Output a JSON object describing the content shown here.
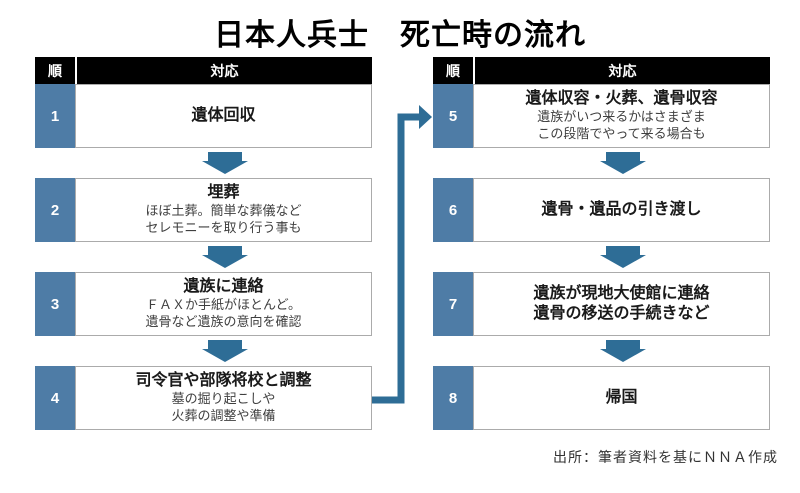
{
  "title": "日本人兵士　死亡時の流れ",
  "table_header": {
    "order": "順",
    "action": "対応"
  },
  "left_column": {
    "steps": [
      {
        "number": "1",
        "title": "遺体回収"
      },
      {
        "number": "2",
        "title": "埋葬",
        "lines": [
          "ほぼ土葬。簡単な葬儀など",
          "セレモニーを取り行う事も"
        ]
      },
      {
        "number": "3",
        "title": "遺族に連絡",
        "lines": [
          "ＦＡＸか手紙がほとんど。",
          "遺骨など遺族の意向を確認"
        ]
      },
      {
        "number": "4",
        "title": "司令官や部隊将校と調整",
        "lines": [
          "墓の掘り起こしや",
          "火葬の調整や準備"
        ]
      }
    ]
  },
  "right_column": {
    "steps": [
      {
        "number": "5",
        "title": "遺体収容・火葬、遺骨収容",
        "lines": [
          "遺族がいつ来るかはさまざま",
          "この段階でやって来る場合も"
        ]
      },
      {
        "number": "6",
        "title": "遺骨・遺品の引き渡し"
      },
      {
        "number": "7",
        "title": "遺族が現地大使館に連絡",
        "title2": "遺骨の移送の手続きなど"
      },
      {
        "number": "8",
        "title": "帰国"
      }
    ]
  },
  "source": "出所：筆者資料を基にＮＮＡ作成",
  "colors": {
    "step_number_bg": "#4e7ca6",
    "arrow": "#2e6d96",
    "header_bg": "#000000",
    "header_text": "#ffffff",
    "box_border": "#ababab",
    "subtext": "#3f3f3f"
  }
}
